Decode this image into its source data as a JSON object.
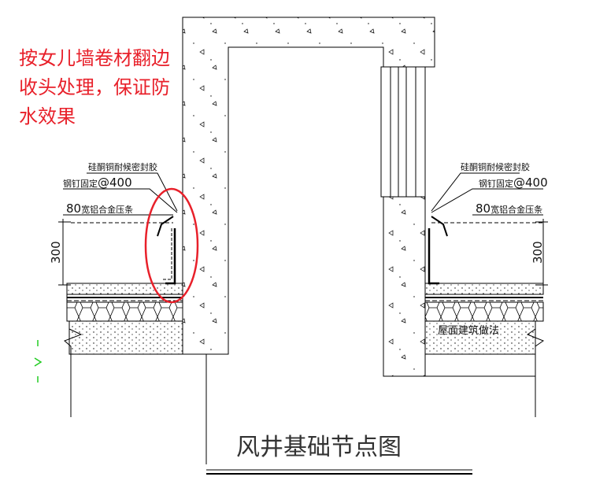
{
  "annotation": {
    "text": "按女儿墙卷材翻边收头处理，保证防水效果",
    "color": "#e8202a"
  },
  "left_labels": {
    "sealant": "硅酮铜耐候密封胶",
    "nail_prefix": "钢钉固定",
    "nail_spacing": "@400",
    "strip_width": "80",
    "strip": "宽铝合金压条",
    "dimension": "300"
  },
  "right_labels": {
    "sealant": "硅酮铜耐候密封胶",
    "nail_prefix": "钢钉固定",
    "nail_spacing": "@400",
    "strip_width": "80",
    "strip": "宽铝合金压条",
    "dimension": "300",
    "roof_method": "屋面建筑做法"
  },
  "title": "风井基础节点图",
  "colors": {
    "line": "#000000",
    "highlight": "#e8202a",
    "level_mark": "#22cc22"
  }
}
